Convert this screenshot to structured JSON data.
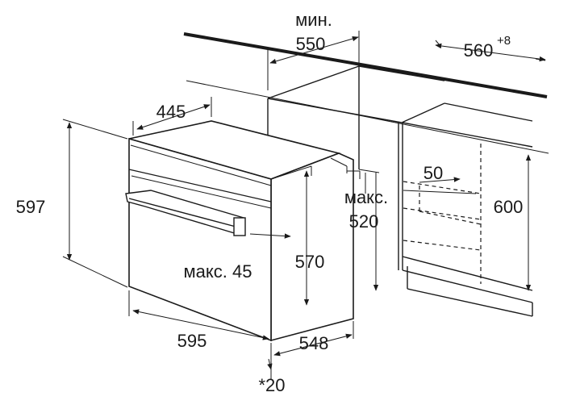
{
  "diagram": {
    "labels": {
      "min_word": "мин.",
      "min_value": "550",
      "niche_width": "560",
      "niche_width_tolerance": "+8",
      "depth_top": "445",
      "height_outer": "597",
      "dim_50": "50",
      "max_word": "макс.",
      "max_value": "520",
      "niche_height": "600",
      "gap": "макс. 45",
      "inner_height": "570",
      "width_outer": "595",
      "depth_outer": "548",
      "note": "*20"
    }
  }
}
